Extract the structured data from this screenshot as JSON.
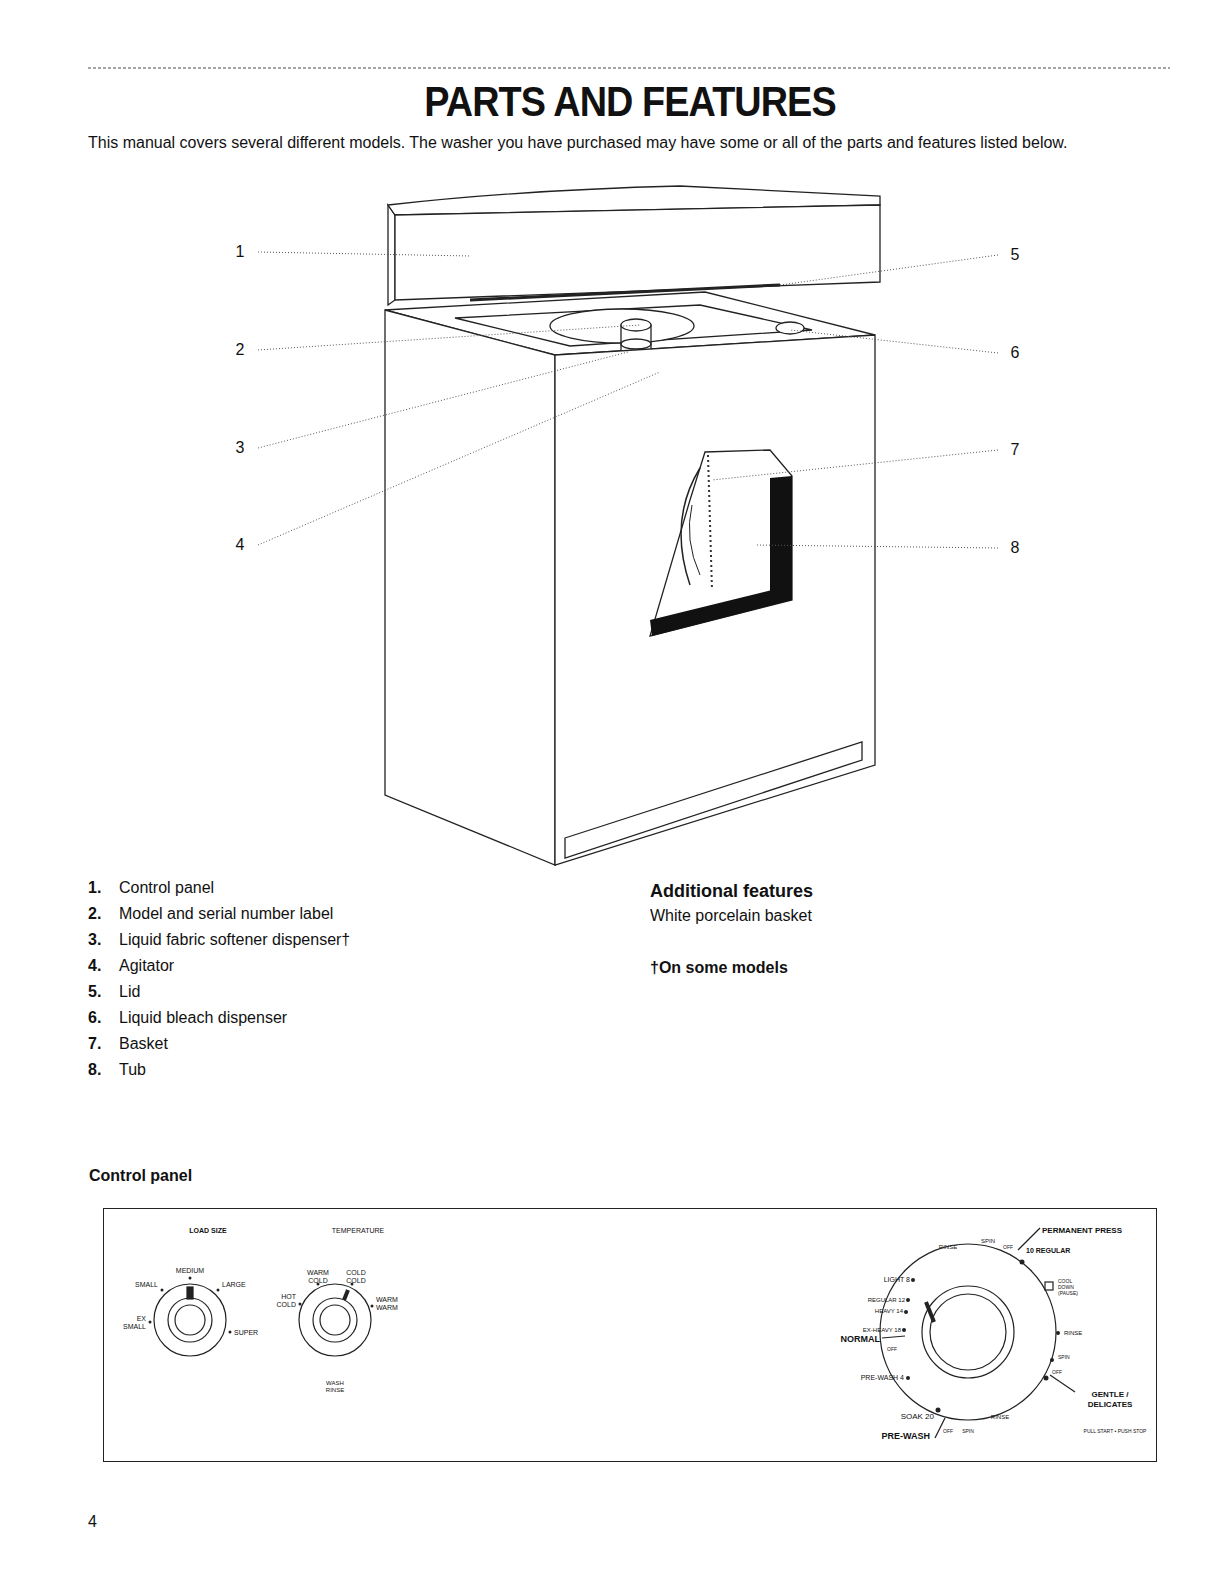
{
  "diagram": {
    "title": "PARTS AND FEATURES",
    "nodes": [
      {
        "text": [
          "Control panel"
        ]
      }
    ],
    "labels": [
      "This manual covers several different models. The washer you have purchased may have some or all of the parts and features listed below.",
      "1",
      "2",
      "3",
      "4",
      "5",
      "6",
      "7",
      "8",
      "1.",
      "Control panel",
      "2.",
      "Model and serial number label",
      "3.",
      "Liquid fabric softener dispenser†",
      "4.",
      "Agitator",
      "5.",
      "Lid",
      "6.",
      "Liquid bleach dispenser",
      "7.",
      "Basket",
      "8.",
      "Tub",
      "Additional features",
      "White porcelain basket",
      "†On some models",
      "LOAD SIZE",
      "TEMPERATURE",
      "MEDIUM",
      "SMALL",
      "LARGE",
      "EX SMALL",
      "SUPER",
      "WARM COLD",
      "COLD COLD",
      "HOT COLD",
      "WARM WARM",
      "WASH RINSE",
      "PERMANENT PRESS",
      "RINSE",
      "SPIN",
      "OFF",
      "10 REGULAR",
      "COOL DOWN (PAUSE)",
      "LIGHT 8",
      "REGULAR 12",
      "HEAVY 14",
      "EX-HEAVY 18",
      "NORMAL",
      "OFF",
      "RINSE",
      "SPIN",
      "OFF",
      "GENTLE / DELICATES",
      "PRE-WASH 4",
      "SOAK 20",
      "OFF",
      "SPIN",
      "RINSE",
      "PRE-WASH",
      "PULL START • PUSH STOP",
      "4"
    ]
  }
}
